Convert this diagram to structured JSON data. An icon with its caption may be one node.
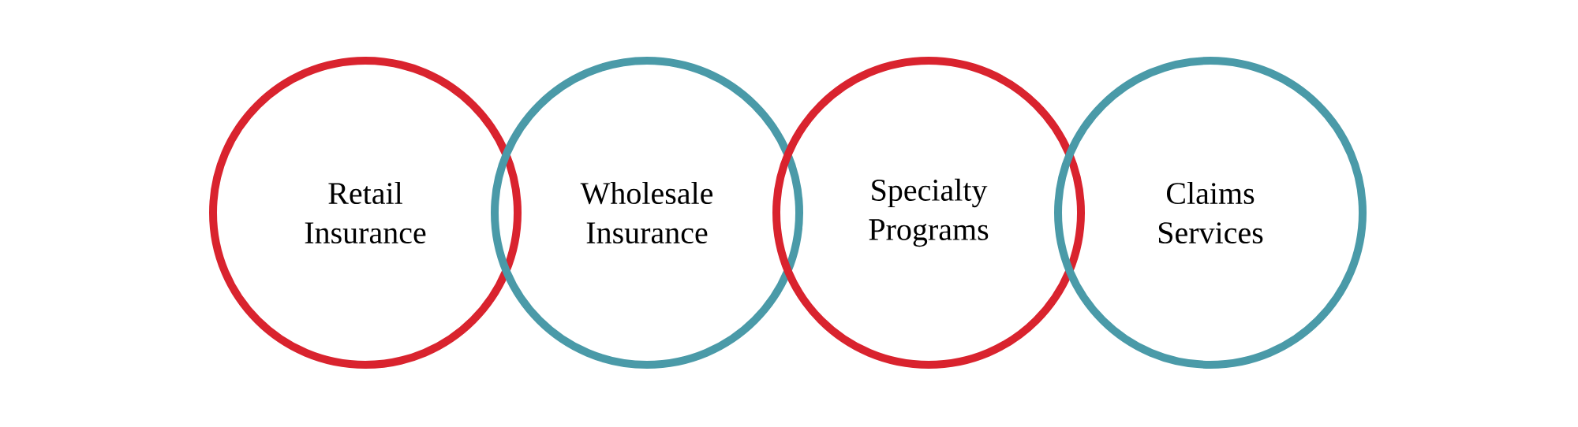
{
  "diagram": {
    "nodes": [
      {
        "text": [
          "Retail Insurance"
        ]
      },
      {
        "text": [
          "Wholesale Insurance"
        ]
      },
      {
        "text": [
          "Specialty Programs"
        ]
      },
      {
        "text": [
          "Claims Services"
        ]
      }
    ]
  }
}
